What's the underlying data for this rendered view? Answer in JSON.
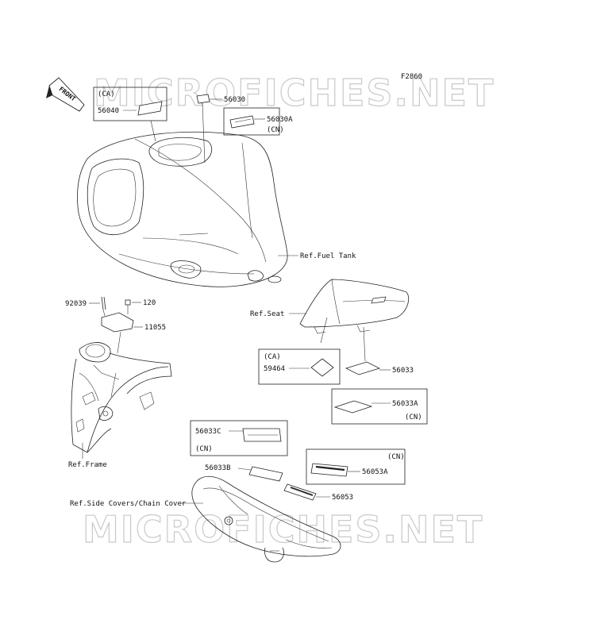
{
  "figure_code": "F2860",
  "watermark": "MICROFICHES.NET",
  "front_label": "FRONT",
  "labels": {
    "ca_top": "(CA)",
    "p56040": "56040",
    "p56030": "56030",
    "p56030a": "56030A",
    "cn_56030a": "(CN)",
    "ref_fuel_tank": "Ref.Fuel Tank",
    "p92039": "92039",
    "p120": "120",
    "p11055": "11055",
    "ref_seat": "Ref.Seat",
    "ca_59464": "(CA)",
    "p59464": "59464",
    "p56033": "56033",
    "p56033a": "56033A",
    "cn_56033a": "(CN)",
    "p56033c": "56033C",
    "cn_56033c": "(CN)",
    "ref_frame": "Ref.Frame",
    "p56033b": "56033B",
    "cn_56053a": "(CN)",
    "p56053a": "56053A",
    "p56053": "56053",
    "ref_side_covers": "Ref.Side Covers/Chain Cover"
  }
}
